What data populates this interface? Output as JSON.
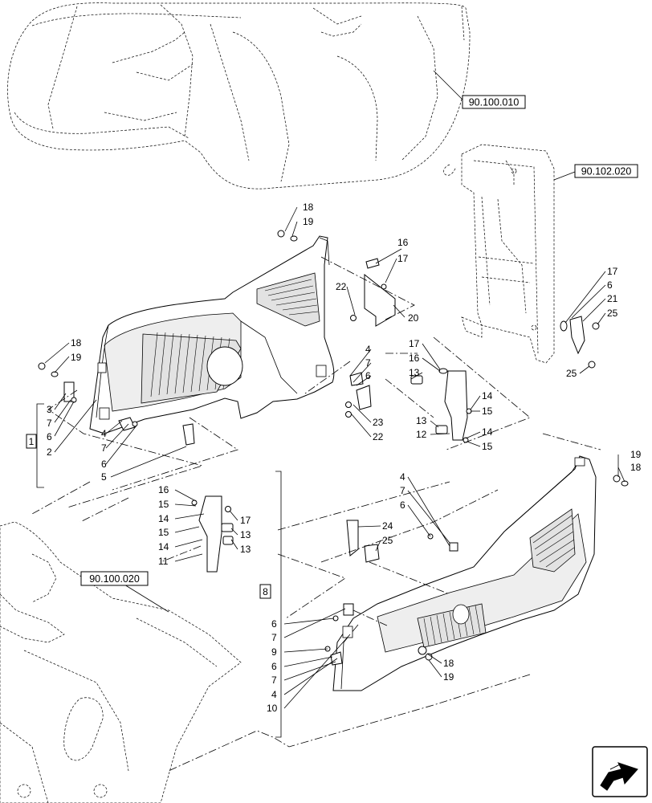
{
  "refs": {
    "hood": "90.100.010",
    "frame": "90.102.020",
    "front": "90.100.020"
  },
  "groups": {
    "left_group": "1",
    "right_group": "8"
  },
  "labels": {
    "l18a": "18",
    "l19a": "19",
    "l16a": "16",
    "l17a": "17",
    "l22a": "22",
    "l20": "20",
    "l17b": "17",
    "l6b": "6",
    "l21": "21",
    "l25a": "25",
    "l25b": "25",
    "l18b": "18",
    "l19b": "19",
    "l3": "3",
    "l7a": "7",
    "l6a": "6",
    "l2": "2",
    "l4a": "4",
    "l7b": "7",
    "l6c": "6",
    "l5": "5",
    "l4b": "4",
    "l7c": "7",
    "l6d": "6",
    "l23": "23",
    "l22b": "22",
    "l17c": "17",
    "l16b": "16",
    "l13a": "13",
    "l14a": "14",
    "l15a": "15",
    "l13b": "13",
    "l12": "12",
    "l14b": "14",
    "l15b": "15",
    "l19c": "19",
    "l18c": "18",
    "l16c": "16",
    "l15c": "15",
    "l14c": "14",
    "l15d": "15",
    "l14d": "14",
    "l11": "11",
    "l17d": "17",
    "l13c": "13",
    "l13d": "13",
    "l4c": "4",
    "l7d": "7",
    "l6e": "6",
    "l24": "24",
    "l25c": "25",
    "l6f": "6",
    "l7e": "7",
    "l9": "9",
    "l6g": "6",
    "l7f": "7",
    "l4d": "4",
    "l10": "10",
    "l18d": "18",
    "l19d": "19"
  }
}
